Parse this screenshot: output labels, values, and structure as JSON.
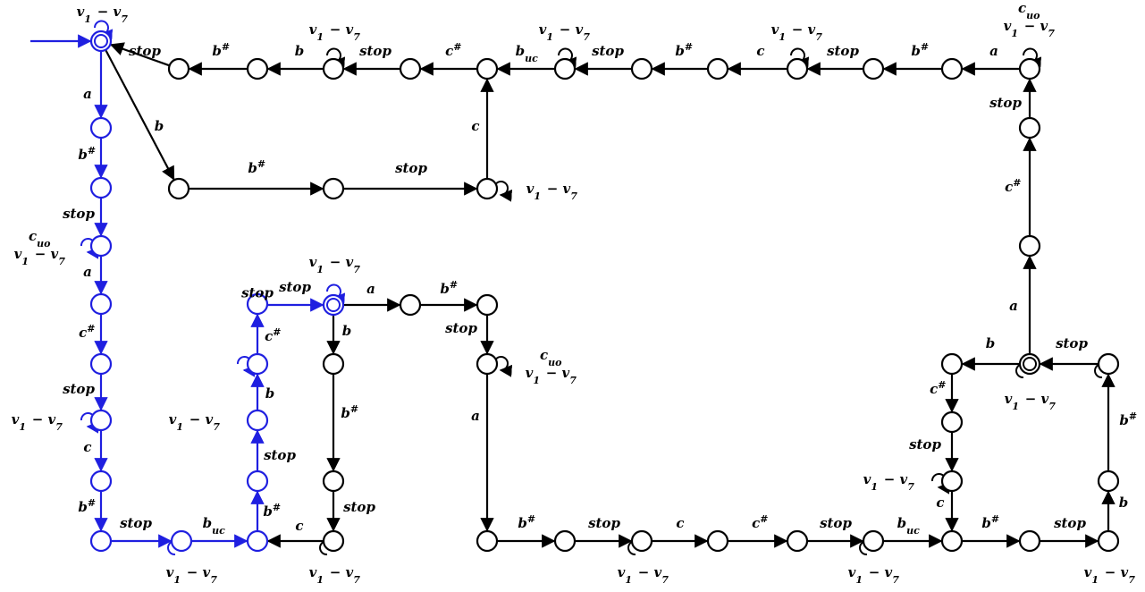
{
  "colors": {
    "black": "#000000",
    "blue": "#1f1fe0",
    "background": "#ffffff"
  },
  "diagram": {
    "states": [
      {
        "id": "s0",
        "accepting": true,
        "color": "blue"
      },
      {
        "id": "s1",
        "color": "blue"
      },
      {
        "id": "s2",
        "color": "blue"
      },
      {
        "id": "s3",
        "color": "blue"
      },
      {
        "id": "s4",
        "color": "blue"
      },
      {
        "id": "s5",
        "color": "blue"
      },
      {
        "id": "s6",
        "color": "blue"
      },
      {
        "id": "s7",
        "color": "blue"
      },
      {
        "id": "s8",
        "color": "blue"
      },
      {
        "id": "s9",
        "color": "blue"
      },
      {
        "id": "s10",
        "color": "blue"
      },
      {
        "id": "s11",
        "color": "blue"
      },
      {
        "id": "s12",
        "color": "blue"
      },
      {
        "id": "s13",
        "color": "blue"
      },
      {
        "id": "s14",
        "color": "blue"
      },
      {
        "id": "s15",
        "color": "blue"
      },
      {
        "id": "s16",
        "accepting": true,
        "color": "blue"
      },
      {
        "id": "t1"
      },
      {
        "id": "t2"
      },
      {
        "id": "t3"
      },
      {
        "id": "t4"
      },
      {
        "id": "t5"
      },
      {
        "id": "t6"
      },
      {
        "id": "t7"
      },
      {
        "id": "t8"
      },
      {
        "id": "t9"
      },
      {
        "id": "t10"
      },
      {
        "id": "t11"
      },
      {
        "id": "t12"
      },
      {
        "id": "t13"
      },
      {
        "id": "t14"
      },
      {
        "id": "u1"
      },
      {
        "id": "u2"
      },
      {
        "id": "u3"
      },
      {
        "id": "w1"
      },
      {
        "id": "w2"
      },
      {
        "id": "w3"
      },
      {
        "id": "x1"
      },
      {
        "id": "x2"
      },
      {
        "id": "x3"
      },
      {
        "id": "x4"
      },
      {
        "id": "y1"
      },
      {
        "id": "y2"
      },
      {
        "id": "y3"
      },
      {
        "id": "y4"
      },
      {
        "id": "y5"
      },
      {
        "id": "y6"
      },
      {
        "id": "y7"
      },
      {
        "id": "y8"
      },
      {
        "id": "y9"
      },
      {
        "id": "y10"
      },
      {
        "id": "y11"
      },
      {
        "id": "z0",
        "accepting": true
      },
      {
        "id": "z1"
      },
      {
        "id": "z2"
      },
      {
        "id": "z3"
      },
      {
        "id": "z4"
      },
      {
        "id": "z5"
      }
    ],
    "transitions": [
      {
        "from": "s0",
        "to": "s1",
        "label": "a",
        "color": "blue"
      },
      {
        "from": "s1",
        "to": "s2",
        "label": "b#",
        "color": "blue"
      },
      {
        "from": "s2",
        "to": "s3",
        "label": "stop",
        "color": "blue"
      },
      {
        "from": "s3",
        "to": "s4",
        "label": "a",
        "color": "blue"
      },
      {
        "from": "s4",
        "to": "s5",
        "label": "c#",
        "color": "blue"
      },
      {
        "from": "s5",
        "to": "s6",
        "label": "stop",
        "color": "blue"
      },
      {
        "from": "s6",
        "to": "s7",
        "label": "c",
        "color": "blue"
      },
      {
        "from": "s7",
        "to": "s8",
        "label": "b#",
        "color": "blue"
      },
      {
        "from": "s8",
        "to": "s9",
        "label": "stop",
        "color": "blue"
      },
      {
        "from": "s9",
        "to": "s10",
        "label": "b_uc",
        "color": "blue"
      },
      {
        "from": "s10",
        "to": "s11",
        "label": "b#",
        "color": "blue"
      },
      {
        "from": "s11",
        "to": "s12",
        "label": "stop",
        "color": "blue"
      },
      {
        "from": "s12",
        "to": "s13",
        "label": "b",
        "color": "blue"
      },
      {
        "from": "s13",
        "to": "s14",
        "label": "c#",
        "color": "blue"
      },
      {
        "from": "s14",
        "to": "s15",
        "label": "stop",
        "color": "blue"
      },
      {
        "from": "s15",
        "to": "s16",
        "label": "stop",
        "color": "blue"
      },
      {
        "from": "s0",
        "to": "u1",
        "label": "b"
      },
      {
        "from": "u1",
        "to": "u2",
        "label": "b#"
      },
      {
        "from": "u2",
        "to": "u3",
        "label": "stop"
      },
      {
        "from": "u3",
        "to": "t7",
        "label": "c"
      },
      {
        "from": "t1",
        "to": "s0",
        "label": "stop"
      },
      {
        "from": "t2",
        "to": "t1",
        "label": "b#"
      },
      {
        "from": "t3",
        "to": "t2",
        "label": "b"
      },
      {
        "from": "t4",
        "to": "t3",
        "label": "stop"
      },
      {
        "from": "t5",
        "to": "t4",
        "label": "c#"
      },
      {
        "from": "t7",
        "to": "t5",
        "label": ""
      },
      {
        "from": "t8",
        "to": "t7",
        "label": "b_uc"
      },
      {
        "from": "t9",
        "to": "t8",
        "label": "stop"
      },
      {
        "from": "t10",
        "to": "t9",
        "label": "b#"
      },
      {
        "from": "t11",
        "to": "t10",
        "label": "c"
      },
      {
        "from": "t12",
        "to": "t11",
        "label": "stop"
      },
      {
        "from": "t13",
        "to": "t12",
        "label": "b#"
      },
      {
        "from": "t14",
        "to": "t13",
        "label": "a"
      },
      {
        "from": "s16",
        "to": "w1",
        "label": "a"
      },
      {
        "from": "w1",
        "to": "w2",
        "label": "b#"
      },
      {
        "from": "w2",
        "to": "w3",
        "label": "stop"
      },
      {
        "from": "s16",
        "to": "x1",
        "label": "b"
      },
      {
        "from": "x1",
        "to": "x2",
        "label": "b#"
      },
      {
        "from": "x2",
        "to": "x3",
        "label": "stop"
      },
      {
        "from": "x3",
        "to": "s10",
        "label": "c"
      },
      {
        "from": "w3",
        "to": "y1",
        "label": "a"
      },
      {
        "from": "y1",
        "to": "y2",
        "label": "b#"
      },
      {
        "from": "y2",
        "to": "y3",
        "label": "stop"
      },
      {
        "from": "y3",
        "to": "y4",
        "label": "c"
      },
      {
        "from": "y4",
        "to": "y5",
        "label": "c#"
      },
      {
        "from": "y5",
        "to": "y6",
        "label": "stop"
      },
      {
        "from": "y6",
        "to": "y7",
        "label": "b_uc"
      },
      {
        "from": "y7",
        "to": "y8",
        "label": "b#"
      },
      {
        "from": "y8",
        "to": "y9",
        "label": "stop"
      },
      {
        "from": "y9",
        "to": "y10",
        "label": "b"
      },
      {
        "from": "y10",
        "to": "y11",
        "label": "b#"
      },
      {
        "from": "y11",
        "to": "z0",
        "label": "stop"
      },
      {
        "from": "z0",
        "to": "z1",
        "label": "b"
      },
      {
        "from": "z1",
        "to": "z2",
        "label": "c#"
      },
      {
        "from": "z2",
        "to": "z3",
        "label": "stop"
      },
      {
        "from": "z3",
        "to": "y7",
        "label": "c"
      },
      {
        "from": "z0",
        "to": "z4",
        "label": "a"
      },
      {
        "from": "z4",
        "to": "z5",
        "label": "c#"
      },
      {
        "from": "z5",
        "to": "t14",
        "label": "stop"
      }
    ],
    "self_loops": [
      {
        "state": "s0",
        "label": "v1 − v7"
      },
      {
        "state": "s3",
        "label": "c_uo / v1 − v7"
      },
      {
        "state": "s6",
        "label": "v1 − v7"
      },
      {
        "state": "s9",
        "label": "v1 − v7"
      },
      {
        "state": "s13",
        "label": "v1 − v7"
      },
      {
        "state": "s16",
        "label": "v1 − v7"
      },
      {
        "state": "t3",
        "label": "v1 − v7"
      },
      {
        "state": "t8",
        "label": "v1 − v7"
      },
      {
        "state": "t11",
        "label": "v1 − v7"
      },
      {
        "state": "t14",
        "label": "c_uo / v1 − v7"
      },
      {
        "state": "u3",
        "label": "v1 − v7"
      },
      {
        "state": "w3",
        "label": "c_uo / v1 − v7"
      },
      {
        "state": "x3",
        "label": "v1 − v7"
      },
      {
        "state": "y3",
        "label": "v1 − v7"
      },
      {
        "state": "y6",
        "label": "v1 − v7"
      },
      {
        "state": "y11",
        "label": "v1 − v7"
      },
      {
        "state": "z0",
        "label": "v1 − v7"
      },
      {
        "state": "z3",
        "label": "v1 − v7"
      }
    ],
    "initial_state": "s0"
  }
}
